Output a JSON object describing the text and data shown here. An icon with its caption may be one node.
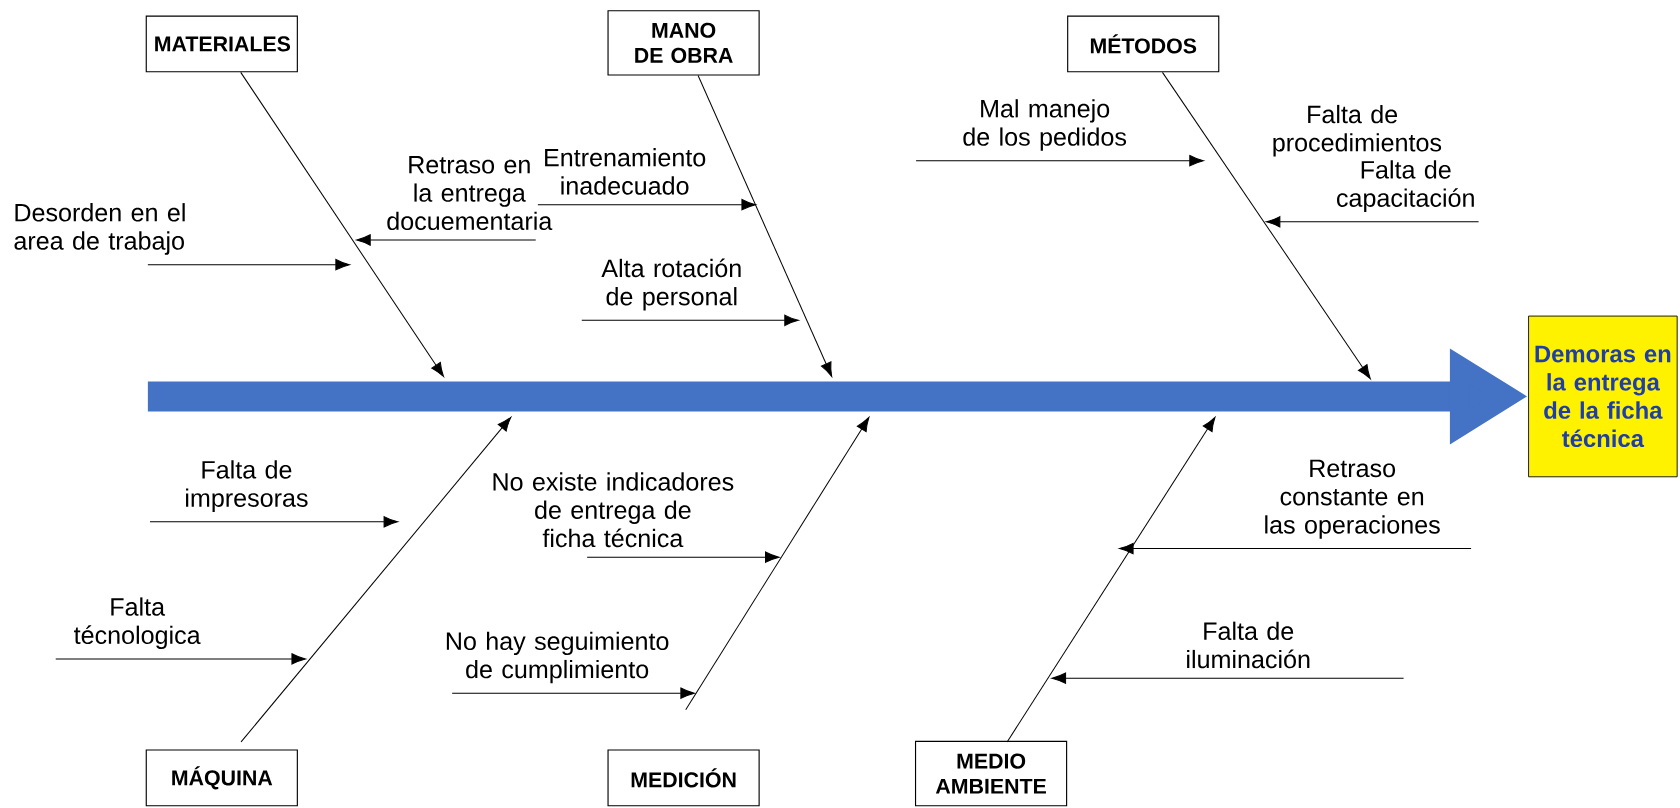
{
  "diagram": {
    "nodes": [
      {
        "text": [
          "MATERIALES"
        ]
      },
      {
        "text": [
          "MANO DE OBRA"
        ]
      },
      {
        "text": [
          "MÉTODOS"
        ]
      },
      {
        "text": [
          "Demoras en la entrega de la ficha técnica"
        ]
      },
      {
        "text": [
          "MÁQUINA"
        ]
      },
      {
        "text": [
          "MEDICIÓN"
        ]
      },
      {
        "text": [
          "MEDIO AMBIENTE"
        ]
      },
      {
        "text": [
          "Desorden en el area de trabajo"
        ]
      },
      {
        "text": [
          "Retraso en la entrega docuementaria"
        ]
      },
      {
        "text": [
          "Entrenamiento inadecuado"
        ]
      },
      {
        "text": [
          "Alta rotación de personal"
        ]
      },
      {
        "text": [
          "Mal manejo de los pedidos"
        ]
      },
      {
        "text": [
          "Falta de capacitación"
        ]
      },
      {
        "text": [
          "Falta de impresoras"
        ]
      },
      {
        "text": [
          "Falta técnologica"
        ]
      },
      {
        "text": [
          "No existe indicadores de entrega de ficha técnica"
        ]
      },
      {
        "text": [
          "No hay seguimiento de cumplimiento"
        ]
      },
      {
        "text": [
          "Retraso constante en las operaciones"
        ]
      },
      {
        "text": [
          "Falta de iluminación"
        ]
      }
    ],
    "edges": [
      {
        "from": null,
        "to": 3,
        "arrow": "to",
        "style": "thick",
        "color": "#4472c4"
      },
      {
        "from": 0,
        "to": null,
        "arrow": "to"
      },
      {
        "from": 1,
        "to": null,
        "arrow": "to"
      },
      {
        "from": 2,
        "to": null,
        "arrow": "to"
      },
      {
        "from": 4,
        "to": null,
        "arrow": "to"
      },
      {
        "from": 5,
        "to": null,
        "arrow": "to"
      },
      {
        "from": 6,
        "to": null,
        "arrow": "to"
      },
      {
        "from": 7,
        "to": null,
        "arrow": "to"
      },
      {
        "from": 8,
        "to": null,
        "arrow": "to"
      },
      {
        "from": 9,
        "to": null,
        "arrow": "to"
      },
      {
        "from": 10,
        "to": null,
        "arrow": "to"
      },
      {
        "from": 11,
        "to": null,
        "arrow": "to"
      },
      {
        "from": 12,
        "to": null,
        "arrow": "to"
      },
      {
        "from": 13,
        "to": null,
        "arrow": "to"
      },
      {
        "from": 14,
        "to": null,
        "arrow": "to"
      },
      {
        "from": 15,
        "to": null,
        "arrow": "to"
      },
      {
        "from": 16,
        "to": null,
        "arrow": "to"
      },
      {
        "from": 17,
        "to": null,
        "arrow": "to"
      },
      {
        "from": 18,
        "to": null,
        "arrow": "to"
      }
    ],
    "labels": [
      "Falta de procedimientos"
    ]
  }
}
